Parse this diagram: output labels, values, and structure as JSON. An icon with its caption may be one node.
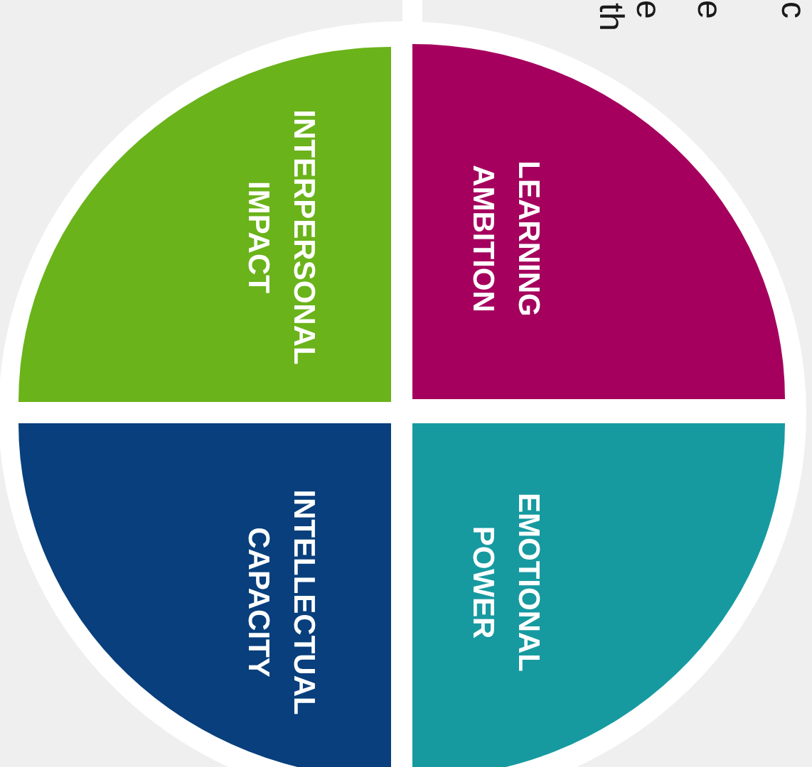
{
  "diagram": {
    "nodes": [
      {
        "text": [
          "INTERPERSONAL IMPACT"
        ]
      },
      {
        "text": [
          "LEARNING AMBITION"
        ]
      },
      {
        "text": [
          "INTELLECTUAL CAPACITY"
        ]
      },
      {
        "text": [
          "EMOTIONAL POWER"
        ]
      }
    ],
    "labels": [
      "c",
      "e",
      "e",
      "th"
    ]
  }
}
